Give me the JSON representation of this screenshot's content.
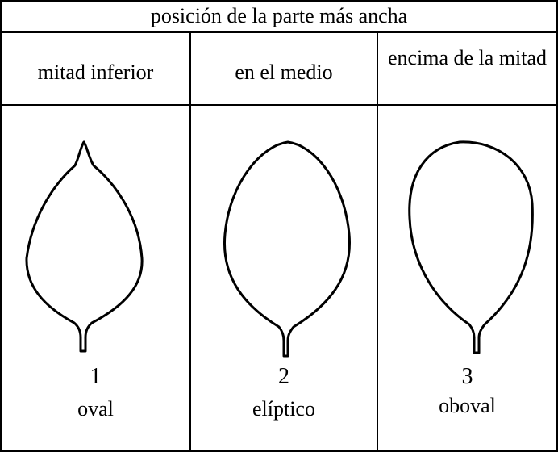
{
  "title": "posición de la parte más ancha",
  "columns": [
    {
      "header": "mitad inferior",
      "number": "1",
      "shape": "oval"
    },
    {
      "header": "en el medio",
      "number": "2",
      "shape": "elíptico"
    },
    {
      "header": "encima de la mitad",
      "number": "3",
      "shape": "oboval"
    }
  ],
  "colors": {
    "line": "#000000",
    "background": "#ffffff"
  }
}
